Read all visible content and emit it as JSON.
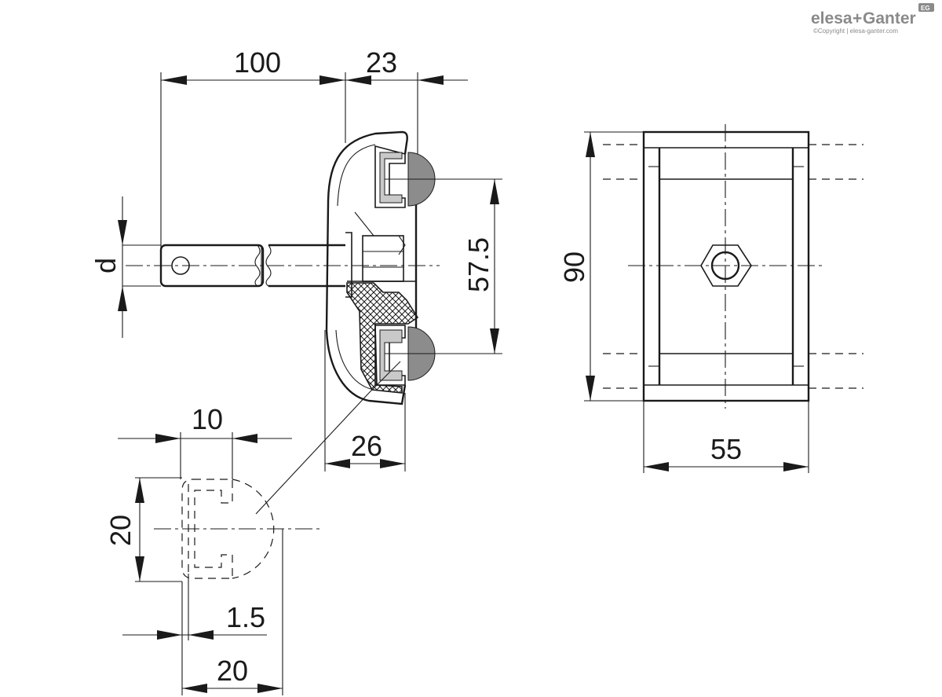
{
  "branding": {
    "logo_left": "elesa",
    "logo_plus": "+",
    "logo_right": "Ganter",
    "badge": "EG",
    "copyright": "©Copyright | elesa-ganter.com"
  },
  "dimensions": {
    "length_100": "100",
    "length_23": "23",
    "diameter_d": "d",
    "spacing_57_5": "57.5",
    "depth_26": "26",
    "height_90": "90",
    "width_55": "55",
    "profile_10": "10",
    "profile_height_20": "20",
    "profile_1_5": "1.5",
    "profile_width_20": "20"
  },
  "colors": {
    "line": "#1a1a1a",
    "rubber_fill": "#8c8c8c",
    "logo_gray": "#8a8a8a"
  }
}
